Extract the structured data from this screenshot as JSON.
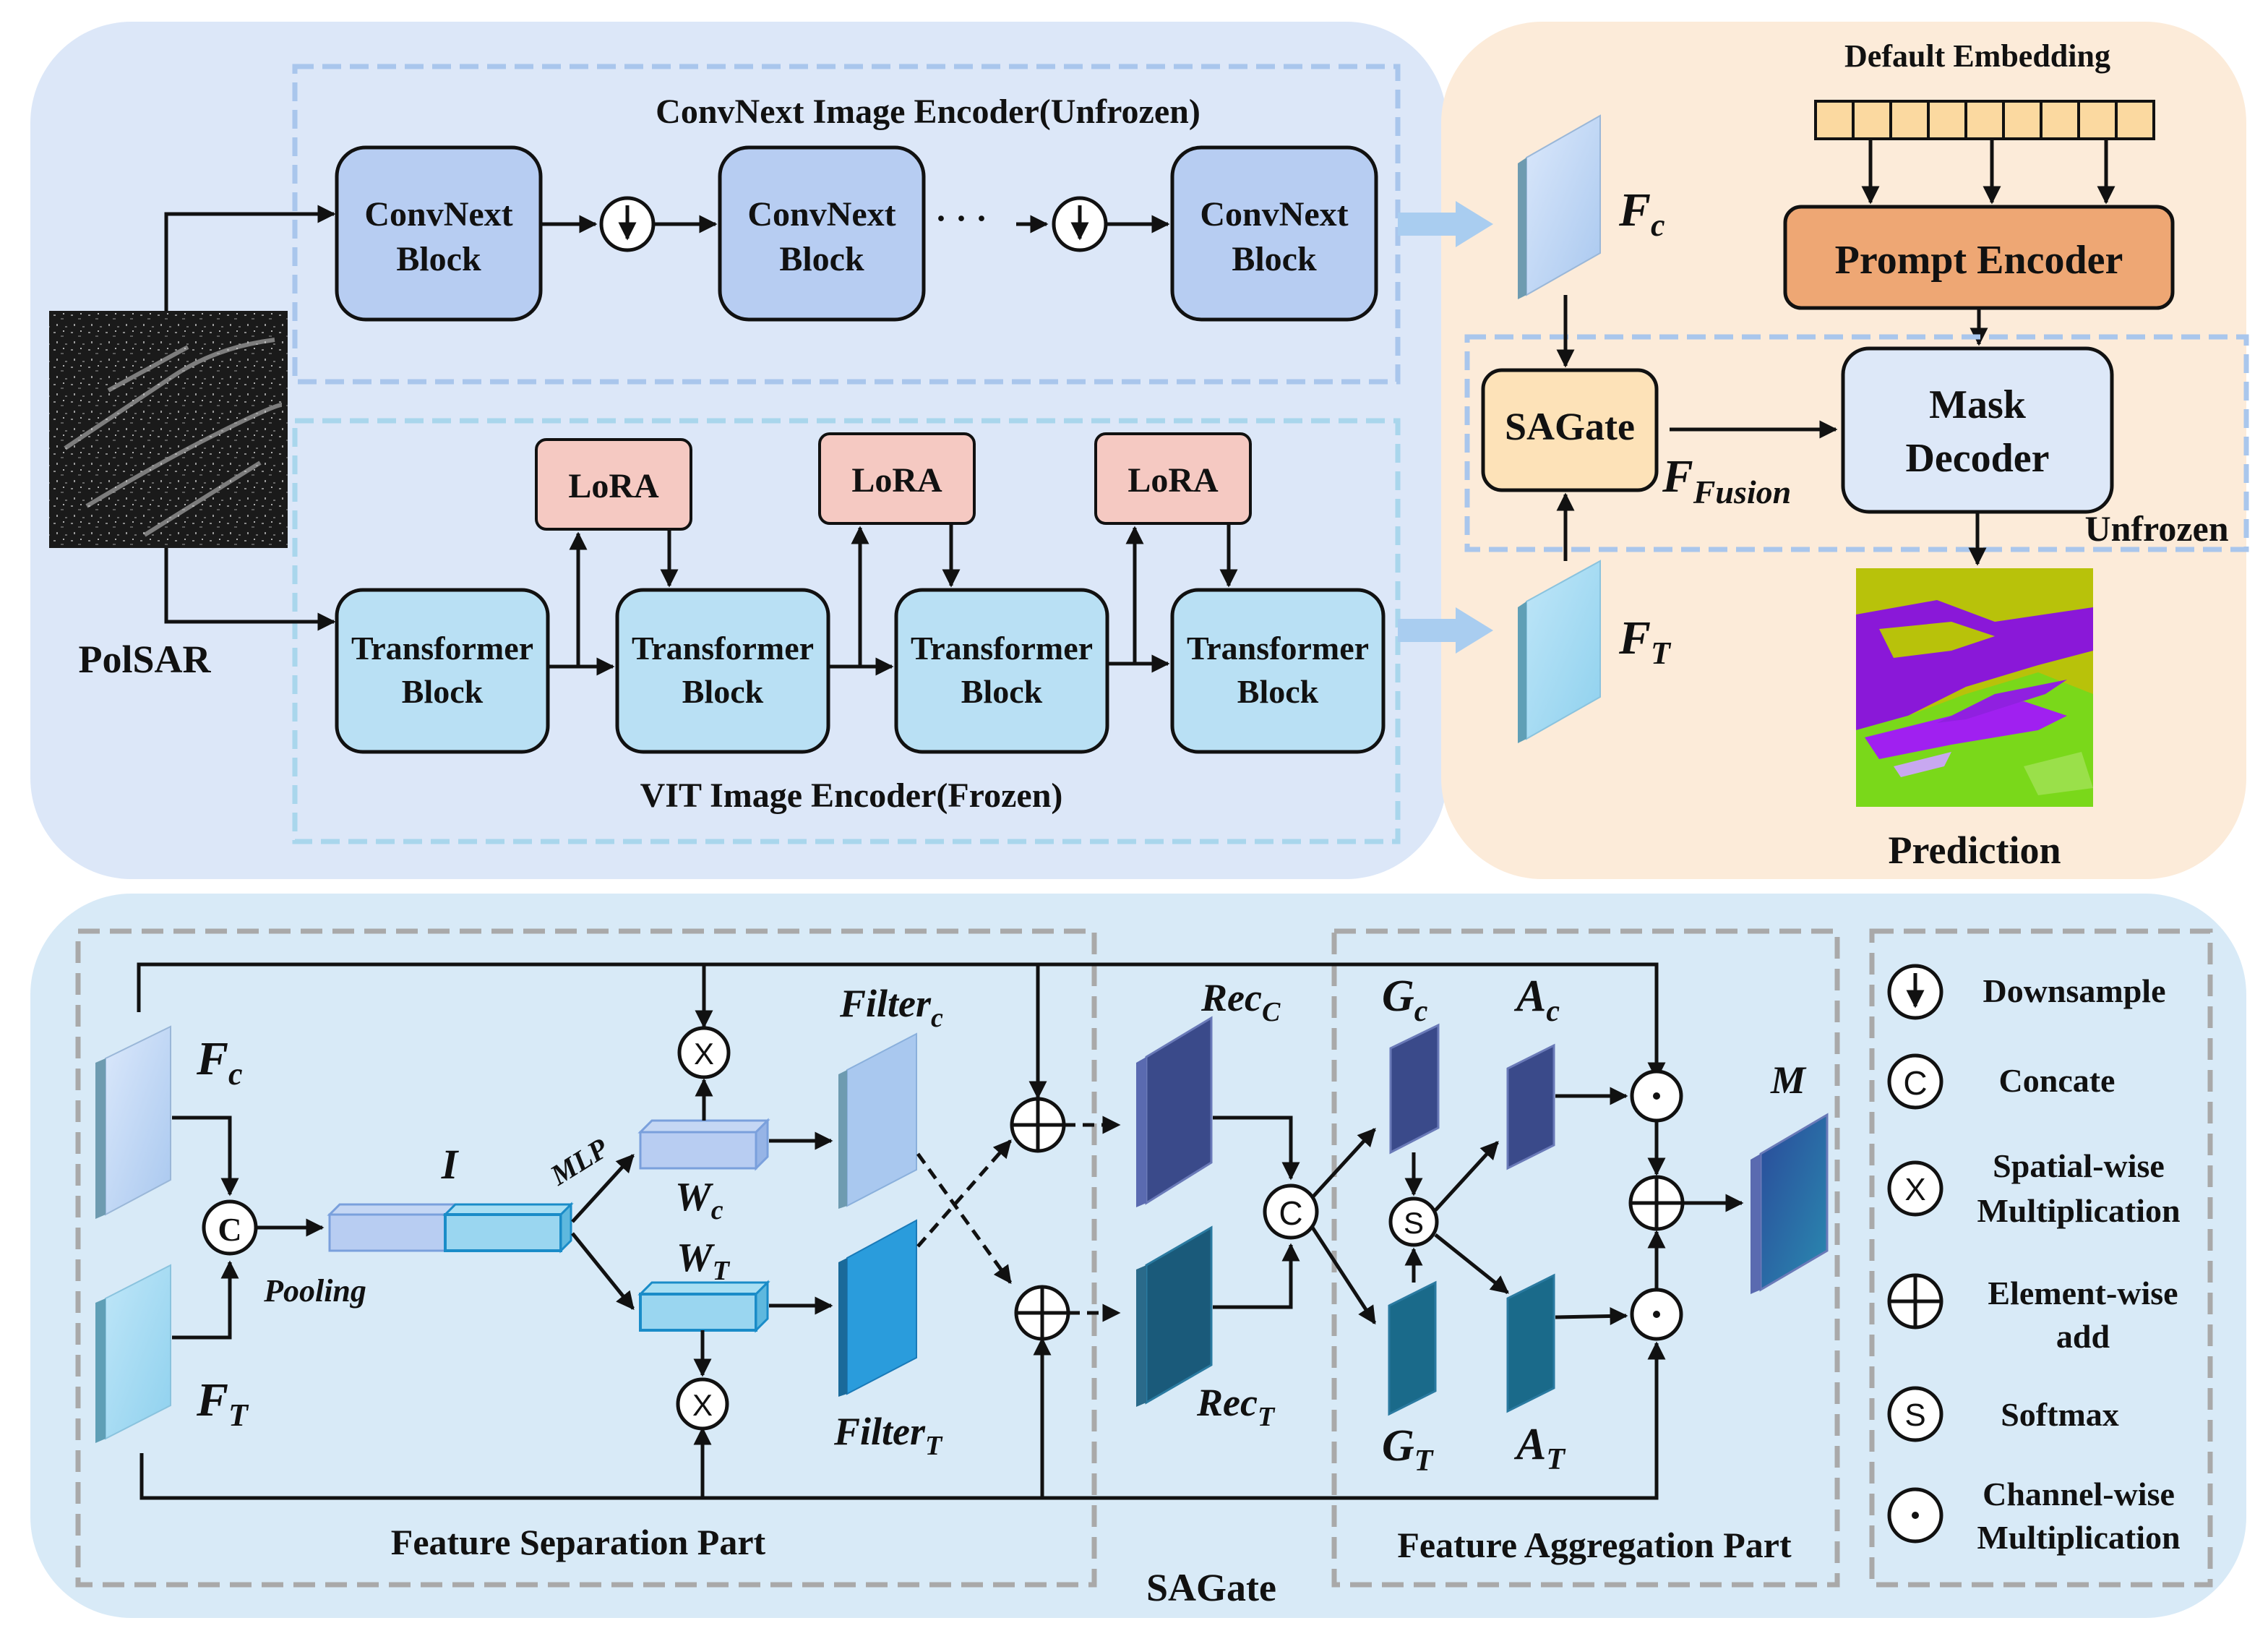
{
  "top": {
    "input_label": "PolSAR",
    "convnext_encoder_title": "ConvNext Image Encoder(Unfrozen)",
    "convnext_block_line1": "ConvNext",
    "convnext_block_line2": "Block",
    "ellipsis": "· · ·",
    "transformer_block_line1": "Transformer",
    "transformer_block_line2": "Block",
    "lora_label": "LoRA",
    "vit_encoder_title": "VIT Image Encoder(Frozen)",
    "fc_label": "F",
    "fc_sub": "c",
    "ft_label": "F",
    "ft_sub": "T",
    "default_embedding": "Default Embedding",
    "prompt_encoder": "Prompt Encoder",
    "sagate": "SAGate",
    "ffusion_label": "F",
    "ffusion_sub": "Fusion",
    "mask_decoder_line1": "Mask",
    "mask_decoder_line2": "Decoder",
    "unfrozen": "Unfrozen",
    "prediction": "Prediction"
  },
  "bottom": {
    "title": "SAGate",
    "fs_part": "Feature Separation Part",
    "fa_part": "Feature Aggregation Part",
    "fc_label": "F",
    "fc_sub": "c",
    "ft_label": "F",
    "ft_sub": "T",
    "pooling": "Pooling",
    "i_label": "I",
    "mlp": "MLP",
    "wc_label": "W",
    "wc_sub": "c",
    "wt_label": "W",
    "wt_sub": "T",
    "filterc_label": "Filter",
    "filterc_sub": "c",
    "filtert_label": "Filter",
    "filtert_sub": "T",
    "recc_label": "Rec",
    "recc_sub": "C",
    "rect_label": "Rec",
    "rect_sub": "T",
    "gc_label": "G",
    "gc_sub": "c",
    "gt_label": "G",
    "gt_sub": "T",
    "ac_label": "A",
    "ac_sub": "c",
    "at_label": "A",
    "at_sub": "T",
    "m_label": "M",
    "sym_c": "C",
    "sym_x": "X",
    "sym_s": "S"
  },
  "legend": {
    "downsample": "Downsample",
    "concate": "Concate",
    "spatial_line1": "Spatial-wise",
    "spatial_line2": "Multiplication",
    "elementwise_line1": "Element-wise",
    "elementwise_line2": "add",
    "softmax": "Softmax",
    "channelwise_line1": "Channel-wise",
    "channelwise_line2": "Multiplication"
  },
  "colors": {
    "top_left_bg": "#dce7f8",
    "top_right_bg": "#fcebd9",
    "bottom_bg": "#d8eaf7",
    "convnext_block": "#b7cdf2",
    "transformer_block": "#b9e0f4",
    "lora": "#f5c9c2",
    "prompt_encoder": "#eea774",
    "sagate": "#fde2b8",
    "mask_decoder": "#dde8f8",
    "dashed_border": "#a9c6ec",
    "gray_dashed": "#a9a9a9"
  },
  "icons": [
    "downsample-icon",
    "concat-icon",
    "spatial-multiply-icon",
    "element-add-icon",
    "softmax-icon",
    "channel-multiply-icon"
  ]
}
